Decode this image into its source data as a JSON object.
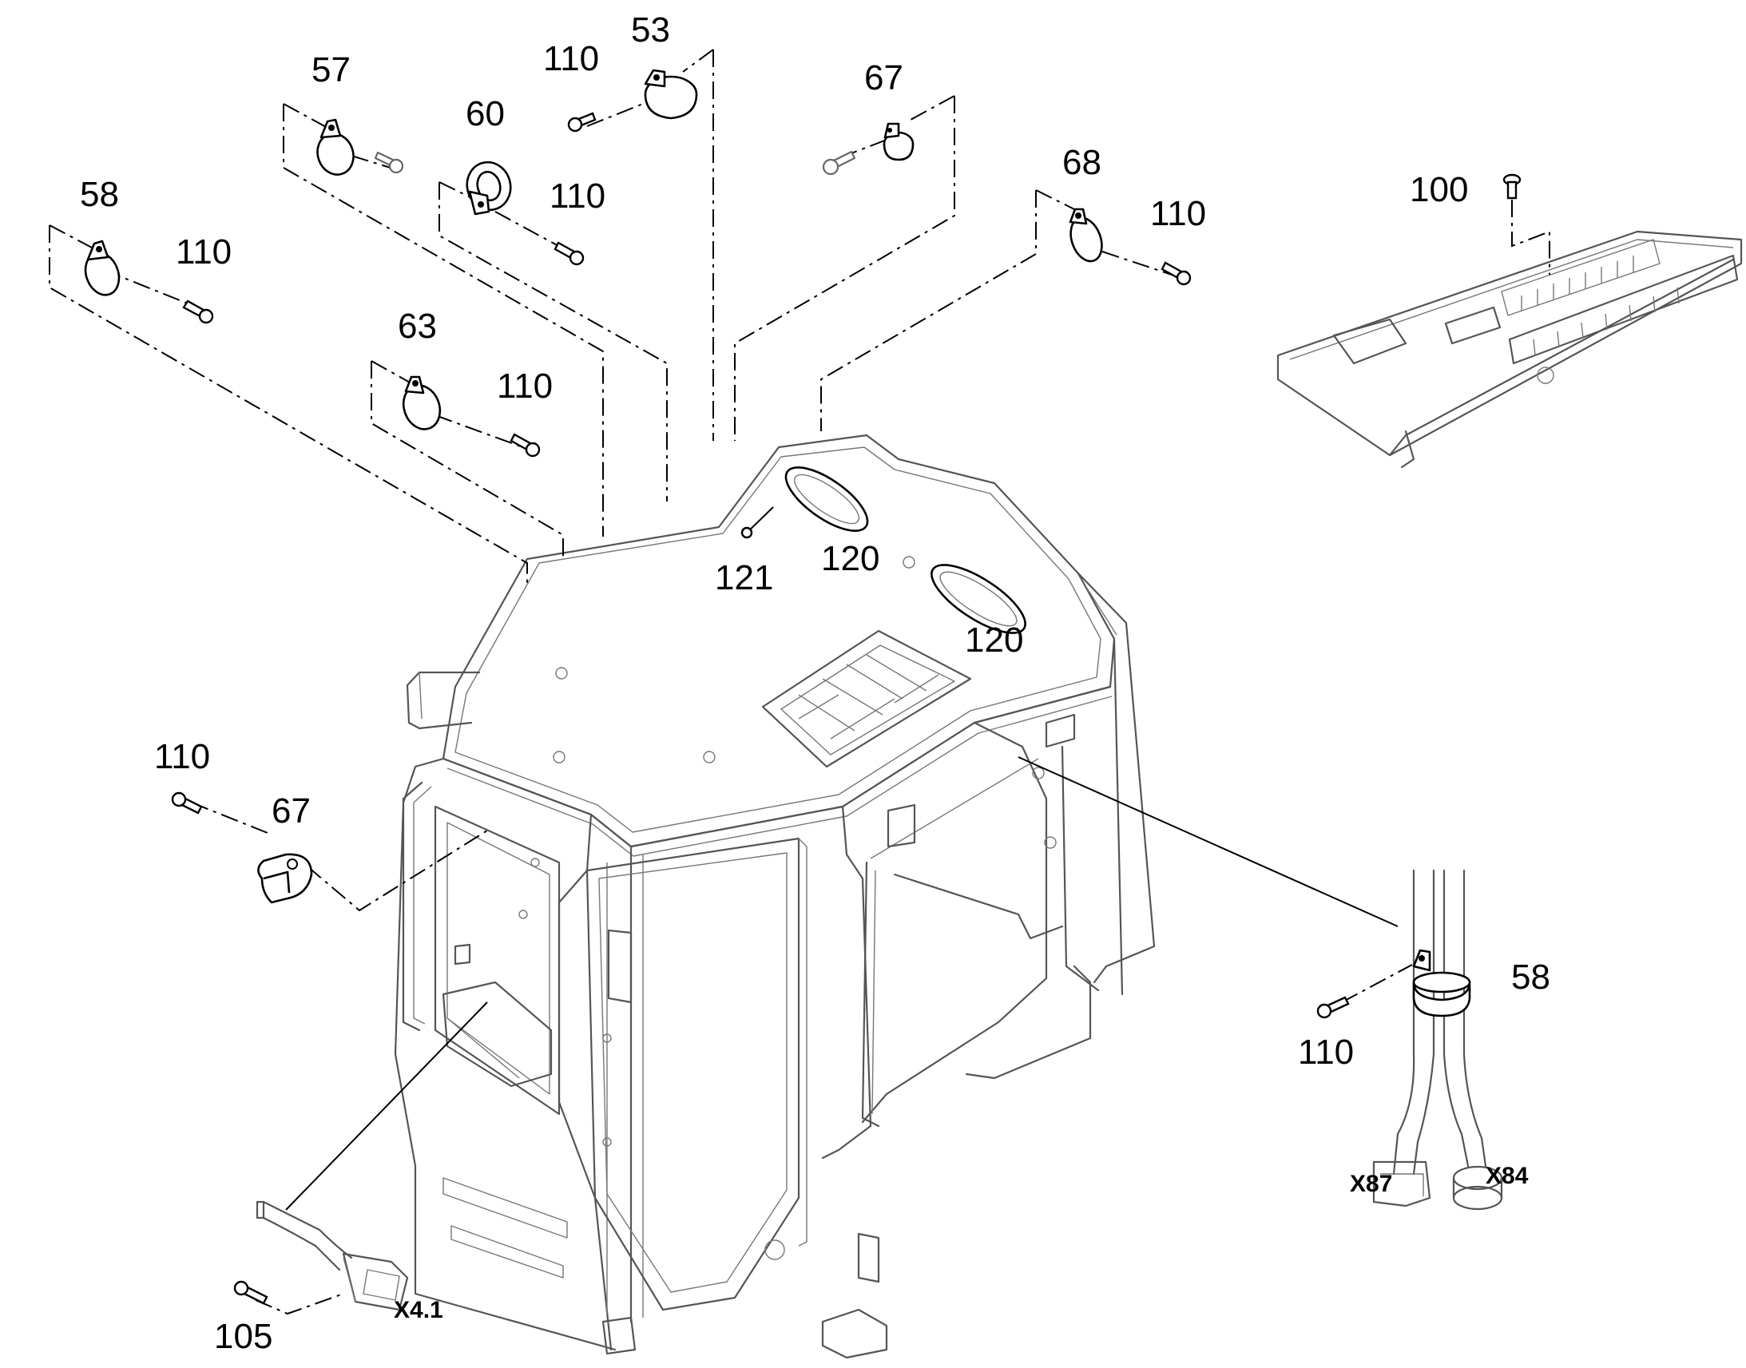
{
  "callouts": {
    "c53": "53",
    "c57": "57",
    "c58_top": "58",
    "c58_harness": "58",
    "c60": "60",
    "c63": "63",
    "c67_top": "67",
    "c67_left": "67",
    "c68": "68",
    "c100": "100",
    "c105": "105",
    "c110_53": "110",
    "c110_60": "110",
    "c110_58": "110",
    "c110_63": "110",
    "c110_68": "110",
    "c110_67": "110",
    "c110_harness": "110",
    "c120_a": "120",
    "c120_b": "120",
    "c121": "121"
  },
  "connectors": {
    "x41": "X4.1",
    "x87": "X87",
    "x84": "X84"
  }
}
